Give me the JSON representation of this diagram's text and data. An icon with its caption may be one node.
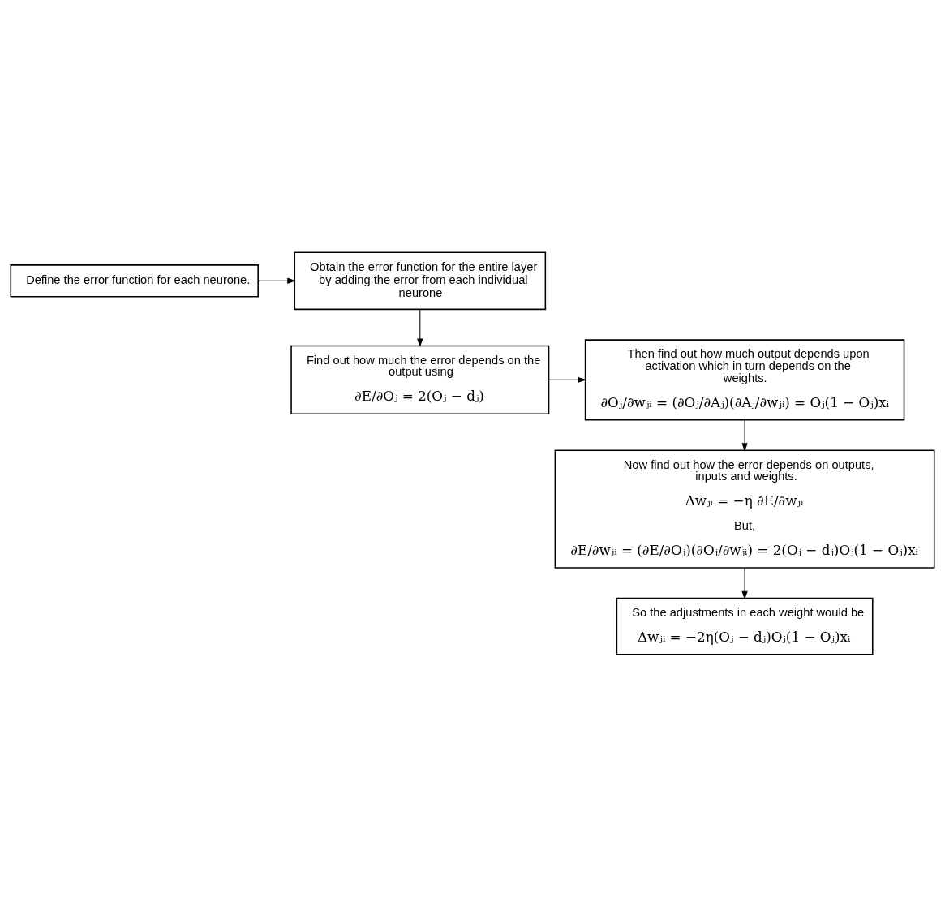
{
  "diagram": {
    "nodes": [
      {
        "text": [
          "Define the error function for each neurone."
        ]
      },
      {
        "text": [
          "Obtain the error function for the entire layer by adding the error from each individual neurone"
        ]
      },
      {
        "text": [
          "Then find out how much output depends upon activation which in turn depends on the weights.",
          "∂Oⱼ/∂wⱼᵢ = (∂Oⱼ/∂Aⱼ)(∂Aⱼ/∂wⱼᵢ) = Oⱼ(1 − Oⱼ)xᵢ"
        ]
      },
      {
        "text": [
          "Find out how much the error depends on the output using",
          "∂E/∂Oⱼ = 2(Oⱼ − dⱼ)"
        ]
      },
      {
        "text": [
          "Now find out how the error depends on outputs, inputs and weights.",
          "Δwⱼᵢ = −η ∂E/∂wⱼᵢ",
          "But,",
          "∂E/∂wⱼᵢ = (∂E/∂Oⱼ)(∂Oⱼ/∂wⱼᵢ) = 2(Oⱼ − dⱼ)Oⱼ(1 − Oⱼ)xᵢ"
        ]
      },
      {
        "text": [
          "So the adjustments in each weight would be",
          "Δwⱼᵢ = −2η(Oⱼ − dⱼ)Oⱼ(1 − Oⱼ)xᵢ"
        ]
      }
    ],
    "edges": [
      {
        "from": 0,
        "to": 1,
        "arrow": "to"
      },
      {
        "from": 1,
        "to": 3,
        "arrow": "to"
      },
      {
        "from": 3,
        "to": 2,
        "arrow": "to"
      },
      {
        "from": 2,
        "to": 4,
        "arrow": "to"
      },
      {
        "from": 4,
        "to": 5,
        "arrow": "to"
      }
    ]
  }
}
